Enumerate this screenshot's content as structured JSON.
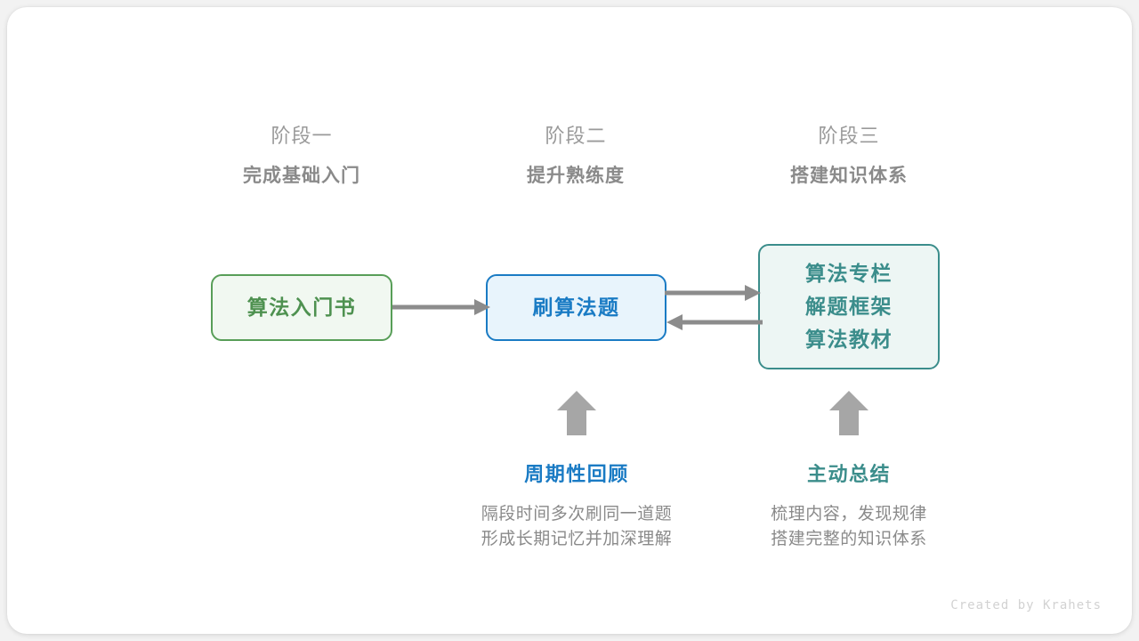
{
  "stages": [
    {
      "name": "阶段一",
      "goal": "完成基础入门"
    },
    {
      "name": "阶段二",
      "goal": "提升熟练度"
    },
    {
      "name": "阶段三",
      "goal": "搭建知识体系"
    }
  ],
  "nodes": {
    "book": {
      "label": "算法入门书",
      "border_color": "#589e58",
      "fill_color": "#f1f8f1",
      "text_color": "#4e9150"
    },
    "practice": {
      "label": "刷算法题",
      "border_color": "#1a7bc4",
      "fill_color": "#e8f4fc",
      "text_color": "#1a7bc4"
    },
    "resources": {
      "lines": [
        "算法专栏",
        "解题框架",
        "算法教材"
      ],
      "border_color": "#3b8d8b",
      "fill_color": "#edf6f4",
      "text_color": "#3b8d8b"
    }
  },
  "connectors": {
    "color": "#8c8c8c",
    "book_to_practice": "arrow-right",
    "practice_to_resources": "arrow-right",
    "resources_to_practice": "arrow-left",
    "review_up": "arrow-up",
    "summary_up": "arrow-up"
  },
  "methods": [
    {
      "title": "周期性回顾",
      "color": "#1a7bc4",
      "desc_lines": [
        "隔段时间多次刷同一道题",
        "形成长期记忆并加深理解"
      ]
    },
    {
      "title": "主动总结",
      "color": "#3b8d8b",
      "desc_lines": [
        "梳理内容，发现规律",
        "搭建完整的知识体系"
      ]
    }
  ],
  "credit": "Created by Krahets"
}
